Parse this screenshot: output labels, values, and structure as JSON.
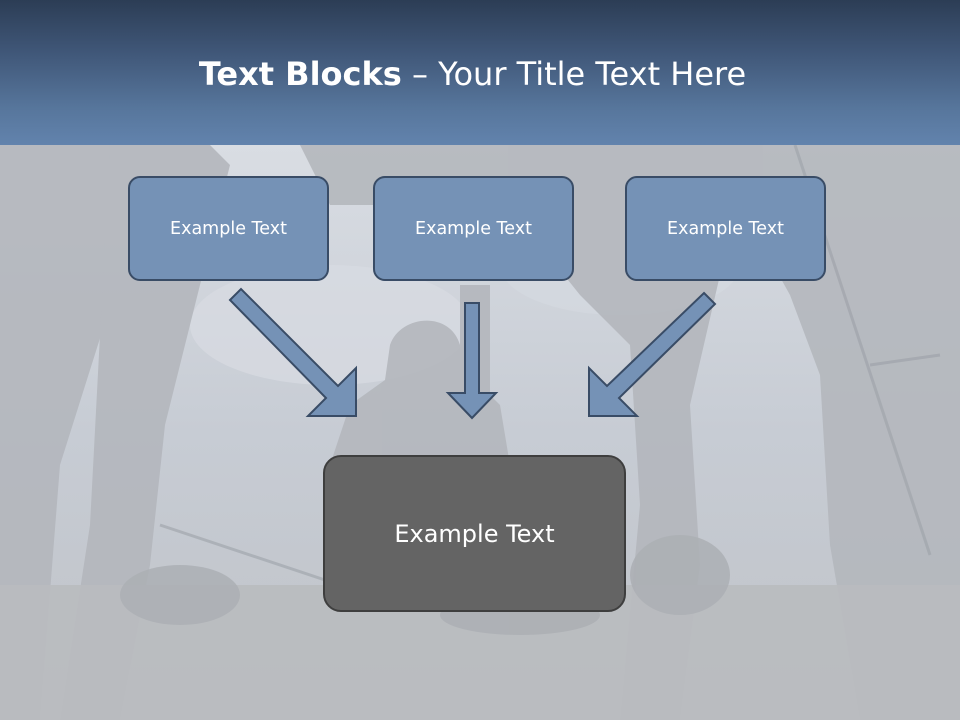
{
  "slide": {
    "title_bold": "Text Blocks",
    "title_rest": " – Your Title Text Here",
    "boxes": [
      "Example Text",
      "Example Text",
      "Example Text"
    ],
    "main_box": "Example Text"
  },
  "colors": {
    "title_band_top": "#2c3d55",
    "title_band_bottom": "#6283ad",
    "box_fill": "#7592b6",
    "box_border": "#394c66",
    "main_box_fill": "#646464",
    "background": "#c3c6cc"
  },
  "icons": [
    "arrow-down-right-icon",
    "arrow-down-icon",
    "arrow-down-left-icon"
  ]
}
